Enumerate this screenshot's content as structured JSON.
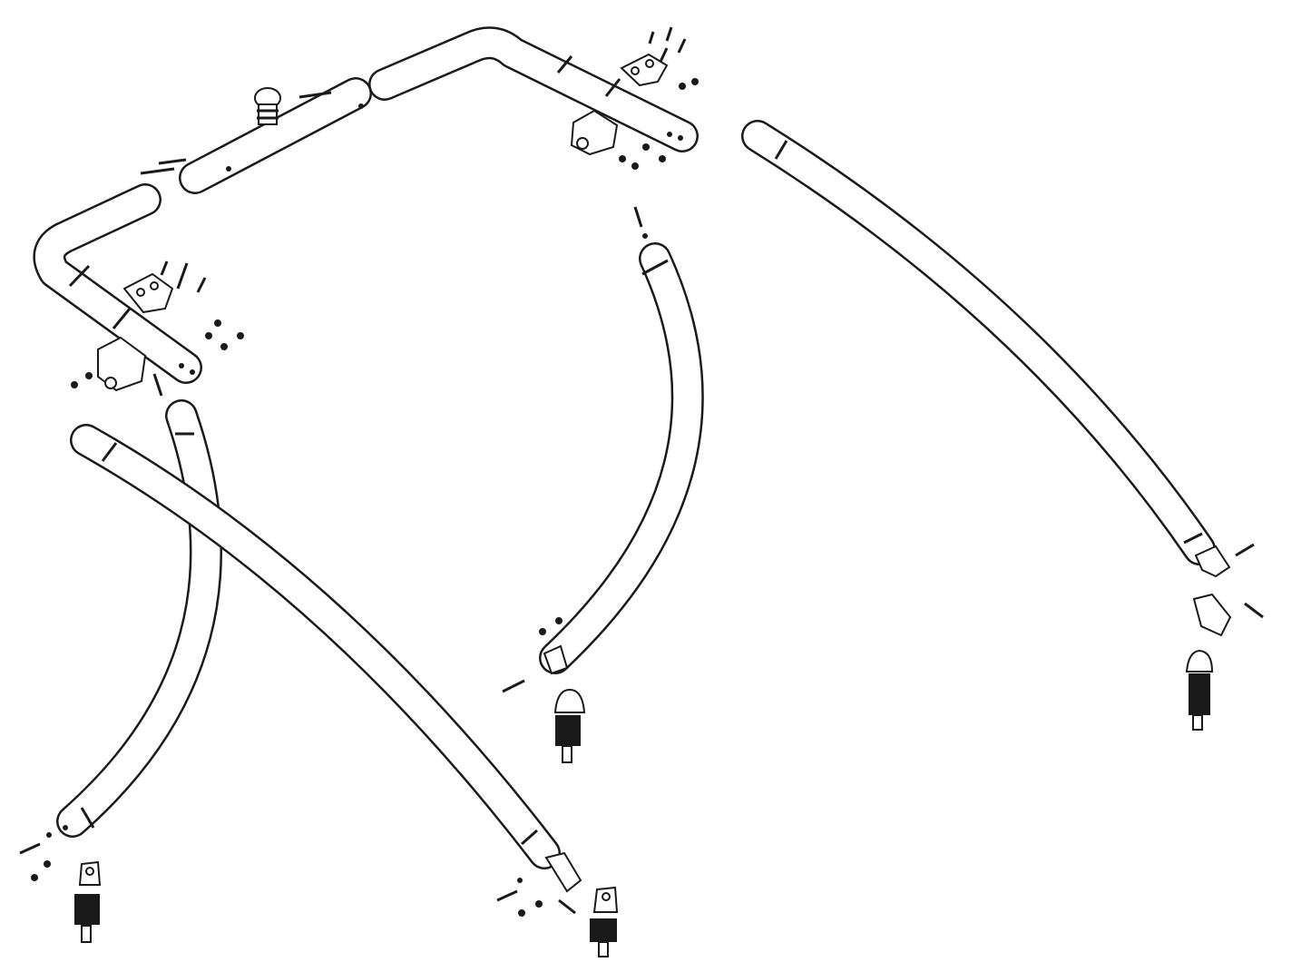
{
  "diagram": {
    "type": "exploded assembly drawing",
    "line_color": "#1a1a1a",
    "background": "#ffffff",
    "parts": {
      "tubes": [
        "left-bend-tube",
        "top-center-tube",
        "top-right-bend-tube",
        "left-lower-curved-leg",
        "left-diagonal-leg",
        "center-curved-leg",
        "right-long-leg"
      ],
      "hardware": [
        "clamp-bracket",
        "saddle-mount",
        "bolt",
        "nut",
        "swivel-base-mount"
      ]
    }
  }
}
